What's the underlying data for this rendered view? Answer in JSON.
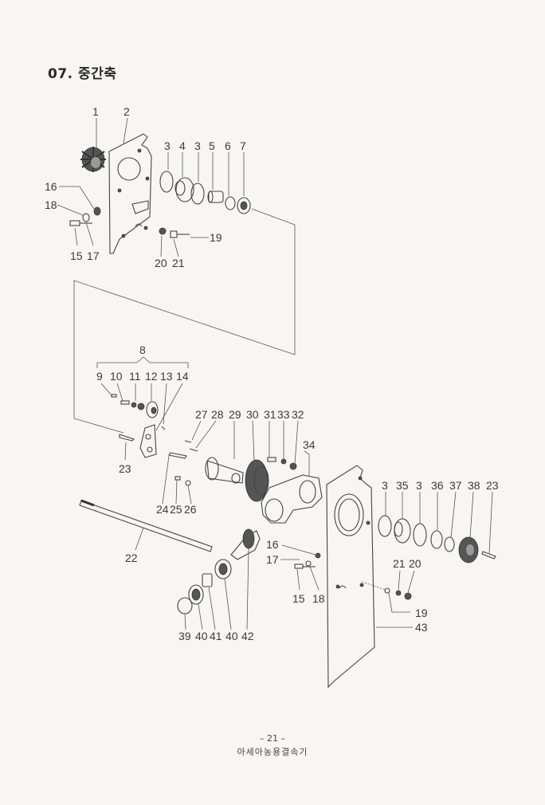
{
  "section_title": "07. 중간축",
  "labels": {
    "p1": "1",
    "p2": "2",
    "p3a": "3",
    "p4": "4",
    "p3b": "3",
    "p5": "5",
    "p6": "6",
    "p7": "7",
    "p16a": "16",
    "p18a": "18",
    "p15a": "15",
    "p17a": "17",
    "p20a": "20",
    "p21a": "21",
    "p19a": "19",
    "p8": "8",
    "p9": "9",
    "p10": "10",
    "p11": "11",
    "p12": "12",
    "p13": "13",
    "p14": "14",
    "p23a": "23",
    "p27": "27",
    "p28": "28",
    "p29": "29",
    "p30": "30",
    "p31": "31",
    "p33": "33",
    "p32": "32",
    "p34": "34",
    "p24": "24",
    "p25": "25",
    "p26": "26",
    "p22": "22",
    "p3c": "3",
    "p35": "35",
    "p3d": "3",
    "p36": "36",
    "p37": "37",
    "p38": "38",
    "p23b": "23",
    "p16b": "16",
    "p17b": "17",
    "p15b": "15",
    "p18b": "18",
    "p21b": "21",
    "p20b": "20",
    "p19b": "19",
    "p43": "43",
    "p39": "39",
    "p40a": "40",
    "p41": "41",
    "p40b": "40",
    "p42": "42"
  },
  "footer": {
    "page_number": "– 21 –",
    "book_title": "아세아농용결속기"
  }
}
